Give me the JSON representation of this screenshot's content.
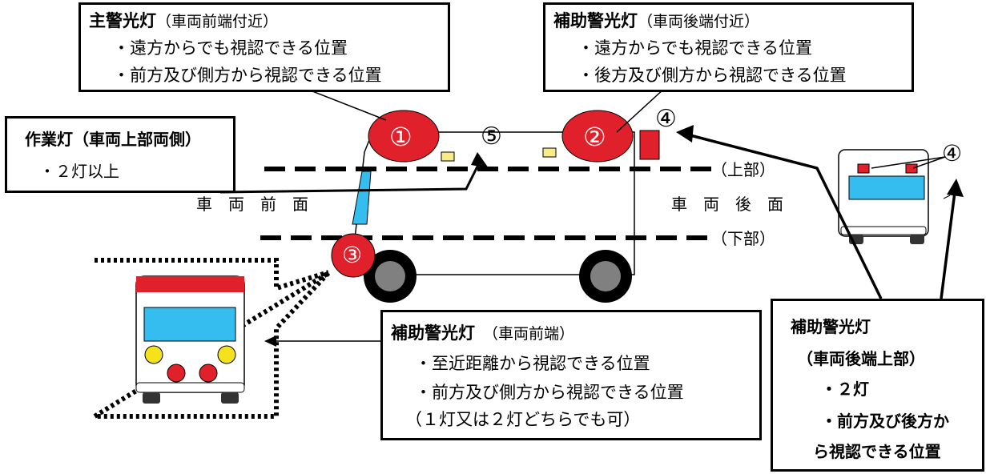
{
  "callouts": {
    "main_light": {
      "title": "主警光灯",
      "paren": "（車両前端付近）",
      "items": [
        "・遠方からでも視認できる位置",
        "・前方及び側方から視認できる位置"
      ]
    },
    "aux_rear": {
      "title": "補助警光灯",
      "paren": "（車両後端付近）",
      "items": [
        "・遠方からでも視認できる位置",
        "・後方及び側方から視認できる位置"
      ]
    },
    "work_light": {
      "title": "作業灯（車両上部両側）",
      "items": [
        "・２灯以上"
      ]
    },
    "aux_front": {
      "title": "補助警光灯",
      "paren": "（車両前端）",
      "items": [
        "・至近距離から視認できる位置",
        "・前方及び側方から視認できる位置",
        "（１灯又は２灯どちらでも可）"
      ]
    },
    "aux_rear_top": {
      "title": "補助警光灯",
      "lines": [
        "（車両後端上部）",
        "・２灯",
        "・前方及び後方か",
        "ら視認できる位置"
      ]
    }
  },
  "markers": {
    "m1": "①",
    "m2": "②",
    "m3": "③",
    "m4": "④",
    "m4_small": "④",
    "m5": "⑤"
  },
  "labels": {
    "upper": "（上部）",
    "lower": "（下部）",
    "front_face": "車　両　前　面",
    "rear_face": "車　両　後　面"
  },
  "colors": {
    "red": "#e0202a",
    "cyan": "#35bdf0",
    "yellow": "#f8ec8a",
    "gray": "#808080"
  }
}
